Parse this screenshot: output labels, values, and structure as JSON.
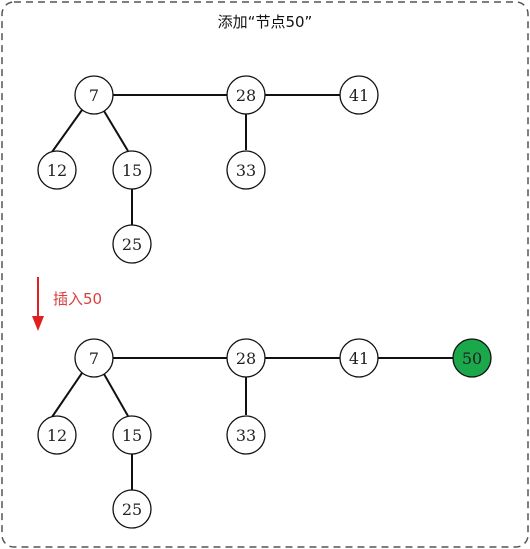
{
  "title": "添加“节点50”",
  "step_label": "插入50",
  "colors": {
    "border": "#555555",
    "edge": "#111111",
    "node_fill": "#ffffff",
    "new_node_fill": "#1aa84a",
    "arrow": "#e02020",
    "step_text": "#d94040"
  },
  "before": {
    "nodes": [
      {
        "id": "n7",
        "label": "7"
      },
      {
        "id": "n28",
        "label": "28"
      },
      {
        "id": "n41",
        "label": "41"
      },
      {
        "id": "n12",
        "label": "12"
      },
      {
        "id": "n15",
        "label": "15"
      },
      {
        "id": "n33",
        "label": "33"
      },
      {
        "id": "n25",
        "label": "25"
      }
    ]
  },
  "after": {
    "nodes": [
      {
        "id": "n7",
        "label": "7"
      },
      {
        "id": "n28",
        "label": "28"
      },
      {
        "id": "n41",
        "label": "41"
      },
      {
        "id": "n50",
        "label": "50",
        "highlight": true
      },
      {
        "id": "n12",
        "label": "12"
      },
      {
        "id": "n15",
        "label": "15"
      },
      {
        "id": "n33",
        "label": "33"
      },
      {
        "id": "n25",
        "label": "25"
      }
    ]
  }
}
